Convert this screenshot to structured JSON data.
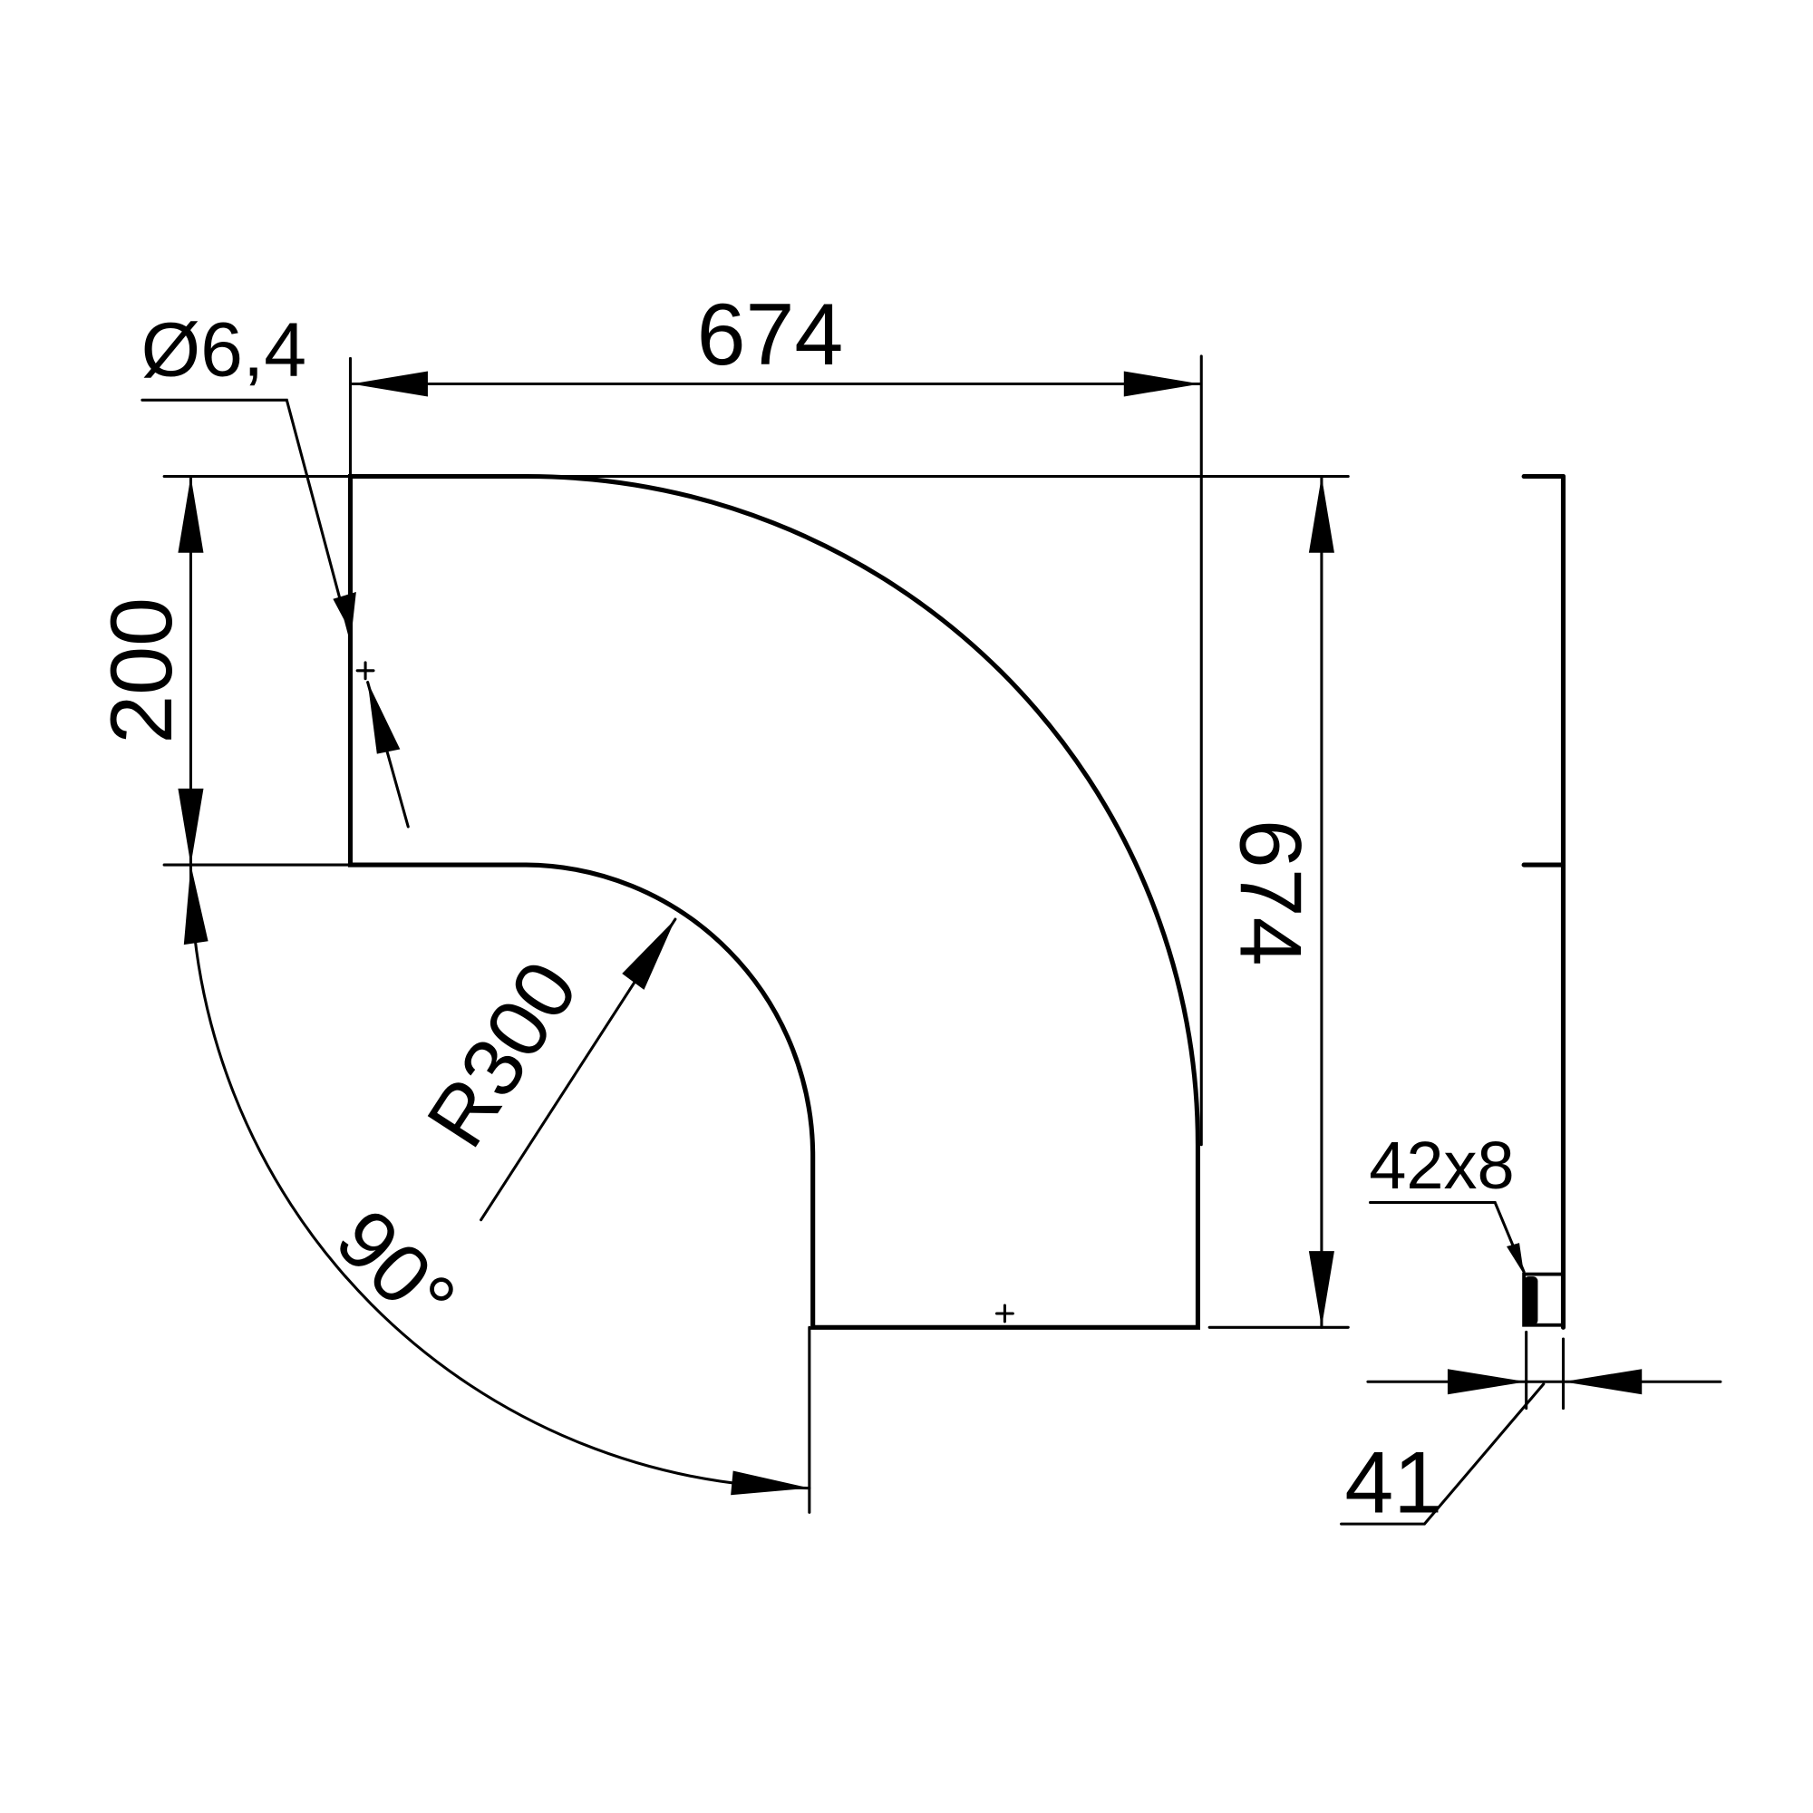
{
  "dimensions": {
    "hole_diameter": "Ø6,4",
    "width": "674",
    "height": "674",
    "leg_width": "200",
    "radius": "R300",
    "angle": "90°",
    "profile": "42x8",
    "thickness": "41"
  },
  "colors": {
    "line": "#000000",
    "background": "#ffffff"
  }
}
